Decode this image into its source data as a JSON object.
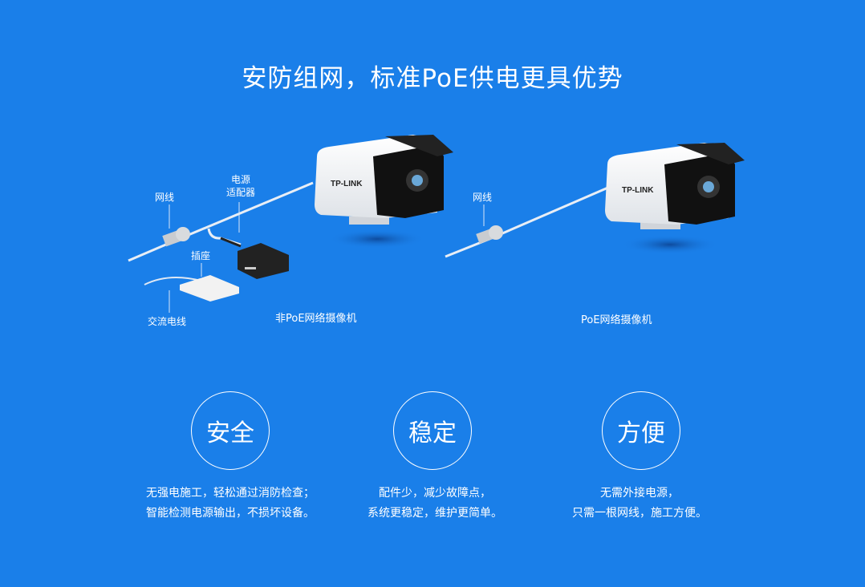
{
  "title": "安防组网，标准PoE供电更具优势",
  "left_diagram": {
    "labels": {
      "cable": "网线",
      "adapter_line1": "电源",
      "adapter_line2": "适配器",
      "socket": "插座",
      "ac_cord": "交流电线"
    },
    "caption": "非PoE网络摄像机",
    "brand": "TP-LINK"
  },
  "right_diagram": {
    "labels": {
      "cable": "网线"
    },
    "caption": "PoE网络摄像机",
    "brand": "TP-LINK"
  },
  "features": [
    {
      "title": "安全",
      "line1": "无强电施工，轻松通过消防检查；",
      "line2": "智能检测电源输出，不损坏设备。"
    },
    {
      "title": "稳定",
      "line1": "配件少，减少故障点，",
      "line2": "系统更稳定，维护更简单。"
    },
    {
      "title": "方便",
      "line1": "无需外接电源，",
      "line2": "只需一根网线，施工方便。"
    }
  ]
}
